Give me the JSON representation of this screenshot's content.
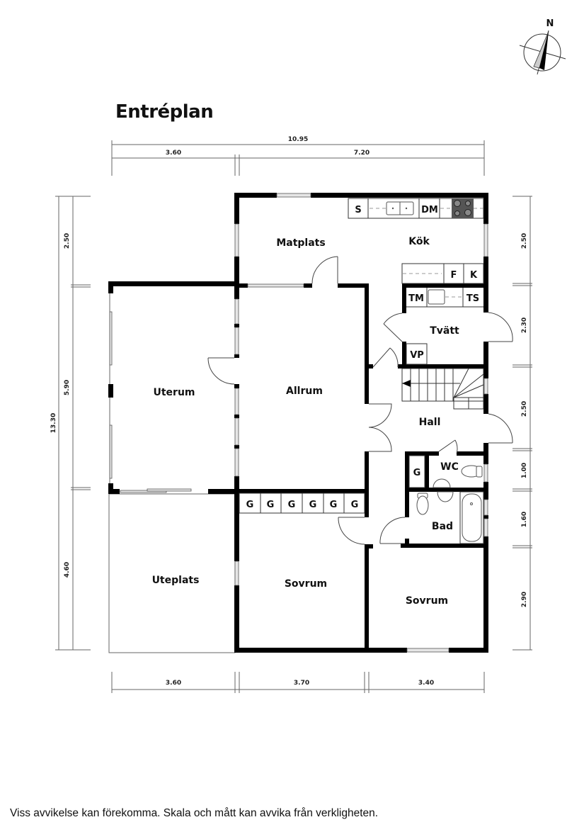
{
  "title": "Entréplan",
  "compass": {
    "label": "N",
    "icon": "north-arrow-icon"
  },
  "rooms": {
    "matplats": "Matplats",
    "kok": "Kök",
    "tvatt": "Tvätt",
    "uterum": "Uterum",
    "allrum": "Allrum",
    "hall": "Hall",
    "wc": "WC",
    "bad": "Bad",
    "uteplats": "Uteplats",
    "sovrum_1": "Sovrum",
    "sovrum_2": "Sovrum"
  },
  "fixtures": {
    "s": "S",
    "dm": "DM",
    "f": "F",
    "k": "K",
    "tm": "TM",
    "ts": "TS",
    "vp": "VP",
    "g_hall": "G",
    "g_closets": [
      "G",
      "G",
      "G",
      "G",
      "G",
      "G"
    ]
  },
  "dimensions": {
    "top_total": "10.95",
    "top_left": "3.60",
    "top_right": "7.20",
    "bottom": [
      "3.60",
      "3.70",
      "3.40"
    ],
    "left_total": "13.30",
    "left": [
      "2.50",
      "5.90",
      "4.60"
    ],
    "right": [
      "2.50",
      "2.30",
      "2.50",
      "1.00",
      "1.60",
      "2.90"
    ]
  },
  "disclaimer": "Viss avvikelse kan förekomma. Skala och mått kan avvika från verkligheten."
}
